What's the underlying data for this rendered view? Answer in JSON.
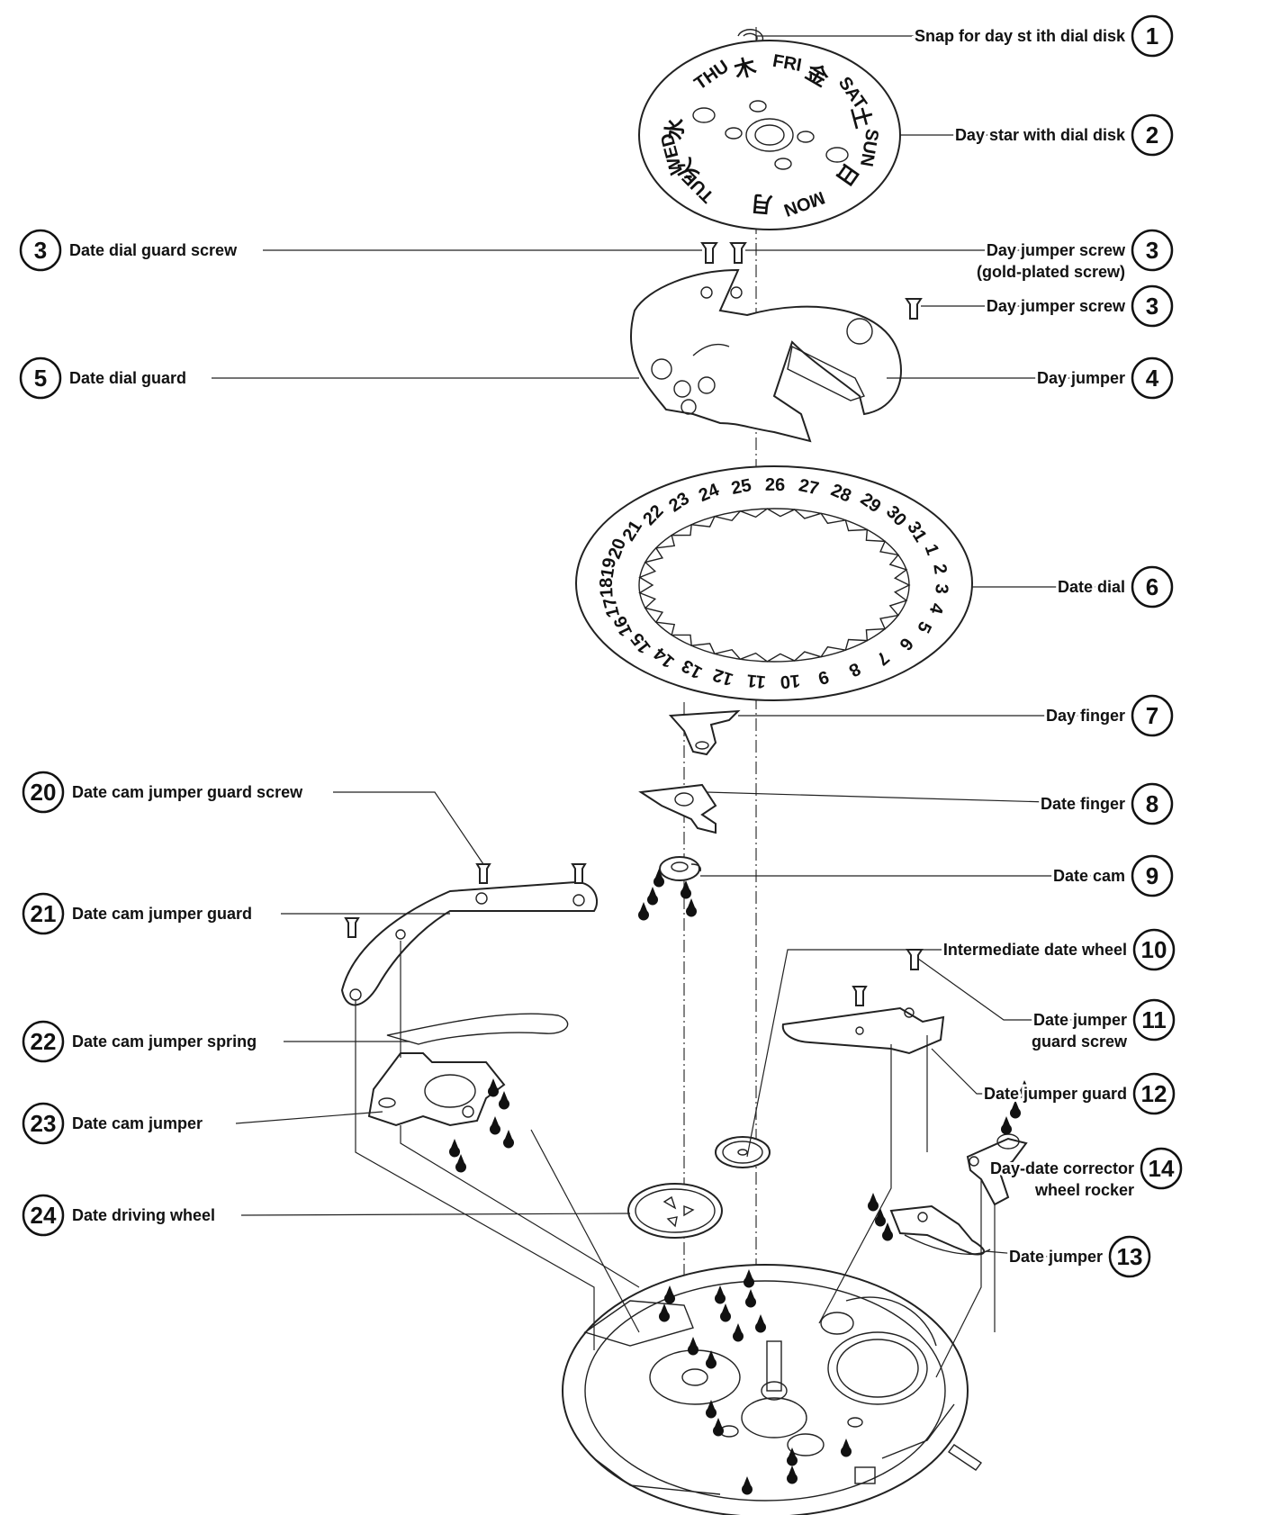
{
  "callouts": [
    {
      "number": "1",
      "label": "Snap for day st    ith dial disk"
    },
    {
      "number": "2",
      "label": "Day star with dial disk"
    },
    {
      "number": "3",
      "label": "Day jumper screw",
      "label2": "(gold-plated screw)"
    },
    {
      "number": "3",
      "label": "Day jumper screw"
    },
    {
      "number": "4",
      "label": "Day jumper"
    },
    {
      "number": "6",
      "label": "Date dial"
    },
    {
      "number": "7",
      "label": "Day finger"
    },
    {
      "number": "8",
      "label": "Date finger"
    },
    {
      "number": "9",
      "label": "Date cam"
    },
    {
      "number": "10",
      "label": "Intermediate date wheel"
    },
    {
      "number": "11",
      "label": "Date jumper",
      "label2": "guard screw"
    },
    {
      "number": "12",
      "label": "Date jumper guard"
    },
    {
      "number": "14",
      "label": "Day-date corrector",
      "label2": "wheel rocker"
    },
    {
      "number": "13",
      "label": "Date jumper"
    },
    {
      "number": "3",
      "label": "Date dial guard screw"
    },
    {
      "number": "5",
      "label": "Date dial guard"
    },
    {
      "number": "20",
      "label": "Date cam jumper guard screw"
    },
    {
      "number": "21",
      "label": "Date cam jumper guard"
    },
    {
      "number": "22",
      "label": "Date cam jumper spring"
    },
    {
      "number": "23",
      "label": "Date cam jumper"
    },
    {
      "number": "24",
      "label": "Date driving wheel"
    }
  ],
  "day_disk_glyphs": [
    "FRI",
    "SAT",
    "SUN",
    "MON",
    "TUE",
    "WED",
    "THU",
    "金",
    "土",
    "日",
    "月",
    "火",
    "水",
    "木"
  ],
  "date_dial_numbers": [
    "1",
    "2",
    "3",
    "4",
    "5",
    "6",
    "7",
    "8",
    "9",
    "10",
    "11",
    "12",
    "13",
    "14",
    "15",
    "16",
    "17",
    "18",
    "19",
    "20",
    "21",
    "22",
    "23",
    "24",
    "25",
    "26",
    "27",
    "28",
    "29",
    "30",
    "31"
  ]
}
